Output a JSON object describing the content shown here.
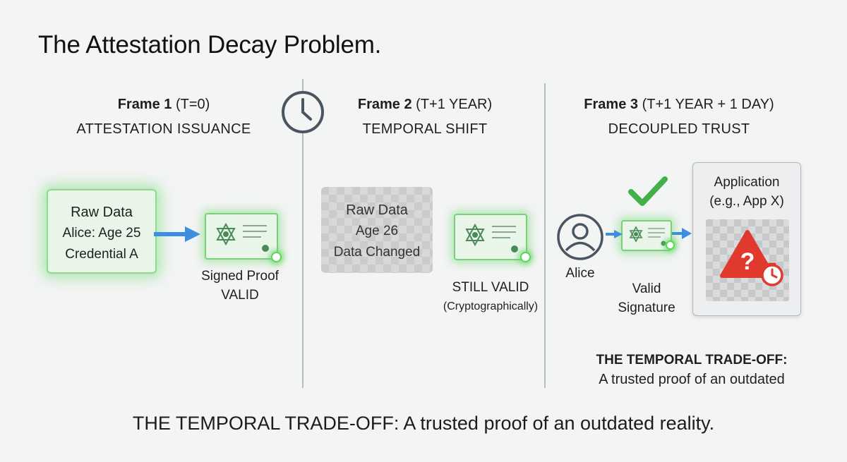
{
  "title": "The Attestation Decay Problem.",
  "frame1": {
    "heading_bold": "Frame 1",
    "heading_rest": "(T=0)",
    "subtitle": "ATTESTATION ISSUANCE",
    "box_title": "Raw Data",
    "box_line1": "Alice: Age 25",
    "box_line2": "Credential A",
    "proof_line1": "Signed Proof",
    "proof_line2": "VALID"
  },
  "frame2": {
    "heading_bold": "Frame 2",
    "heading_rest": "(T+1 YEAR)",
    "subtitle": "TEMPORAL SHIFT",
    "box_title": "Raw Data",
    "box_line1": "Age 26",
    "box_line2": "Data Changed",
    "status_line1": "STILL VALID",
    "status_line2": "(Cryptographically)"
  },
  "frame3": {
    "heading_bold": "Frame 3",
    "heading_rest": "(T+1 YEAR + 1 DAY)",
    "subtitle": "DECOUPLED TRUST",
    "user_label": "Alice",
    "sig_line1": "Valid",
    "sig_line2": "Signature",
    "app_line1": "Application",
    "app_line2": "(e.g., App X)",
    "tradeoff_title": "THE TEMPORAL TRADE-OFF:",
    "tradeoff_text": "A trusted proof of an outdated"
  },
  "caption": "THE TEMPORAL TRADE-OFF: A trusted proof of an outdated reality.",
  "icons": {
    "clock": "clock-icon",
    "seal": "star-of-david-seal-icon",
    "user": "user-avatar-icon",
    "check": "checkmark-icon",
    "warning": "warning-question-icon",
    "timer": "clock-badge-icon",
    "arrow": "arrow-right-icon"
  },
  "colors": {
    "valid_green": "#5cd65c",
    "arrow_blue": "#3d8ee0",
    "warning_red": "#e03a2f",
    "seal_green": "#4a8a5a"
  }
}
